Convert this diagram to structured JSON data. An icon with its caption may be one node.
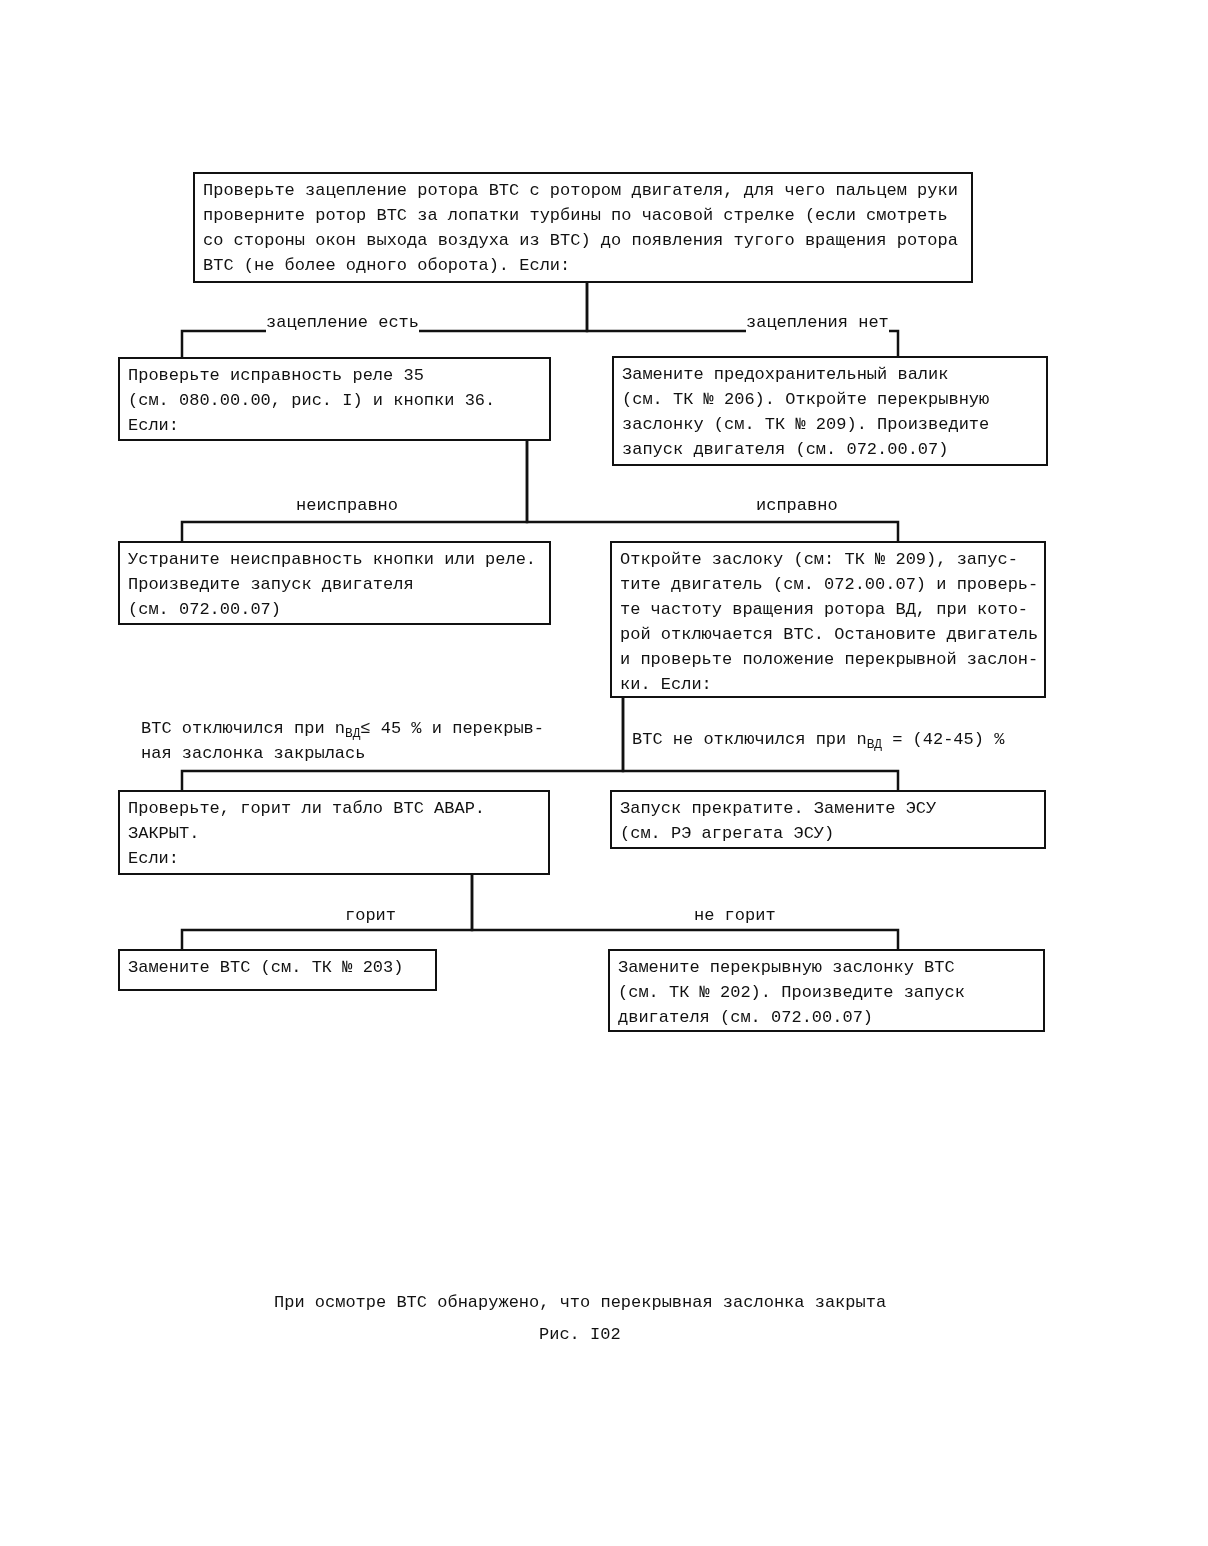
{
  "diagram": {
    "caption": "При осмотре ВТС обнаружено, что перекрывная заслонка закрыта",
    "nodes": [
      {
        "text": [
          "Проверьте зацепление ротора ВТС с ротором двигателя, для чего пальцем руки проверните ротор ВТС за лопатки турбины по часовой стрелке (если смотреть со стороны окон выхода воздуха из ВТС) до появления тугого вращения ротора ВТС (не более одного оборота). Если:"
        ]
      },
      {
        "text": [
          "Проверьте исправность реле 35 (см. 080.00.00, рис. I) и кнопки 36. Если:"
        ]
      },
      {
        "text": [
          "Замените предохранительный валик (см. ТК № 206). Откройте перекрывную заслонку (см. ТК № 209). Произведите запуск двигателя (см. 072.00.07)"
        ]
      },
      {
        "text": [
          "Устраните неисправность кнопки или реле. Произведите запуск двигателя (см. 072.00.07)"
        ]
      },
      {
        "text": [
          "Откройте заслоку (см: ТК № 209), запус- тите двигатель (см. 072.00.07) и проверь- те частоту вращения ротора ВД, при кото- рой отключается ВТС. Остановите двигатель и проверьте положение перекрывной заслон- ки. Если:"
        ]
      },
      {
        "text": [
          "Проверьте, горит ли табло ВТС АВАР. ЗАКРЫТ. Если:"
        ]
      },
      {
        "text": [
          "Запуск прекратите. Замените ЭСУ (см. РЭ агрегата ЭСУ)"
        ]
      },
      {
        "text": [
          "Замените ВТС (см. ТК № 203)"
        ]
      },
      {
        "text": [
          "Замените перекрывную заслонку ВТС (см. ТК № 202). Произведите запуск двигателя (см. 072.00.07)"
        ]
      }
    ],
    "edges": [
      {
        "from": 0,
        "to": 1,
        "arrow": "none",
        "label": "зацепление есть"
      },
      {
        "from": 0,
        "to": 2,
        "arrow": "none",
        "label": "зацепления нет"
      },
      {
        "from": 1,
        "to": 3,
        "arrow": "none",
        "label": "неисправно"
      },
      {
        "from": 1,
        "to": 4,
        "arrow": "none",
        "label": "исправно"
      },
      {
        "from": 4,
        "to": 5,
        "arrow": "none",
        "label": "ВТС отключился при n$_{ВД}$≤ 45 % и перекрыв- ная заслонка закрылась"
      },
      {
        "from": 4,
        "to": 6,
        "arrow": "none",
        "label": "ВТС не отключился при n$_{ВД}$ = (42-45) %"
      },
      {
        "from": 5,
        "to": 7,
        "arrow": "none",
        "label": "горит"
      },
      {
        "from": 5,
        "to": 8,
        "arrow": "none",
        "label": "не горит"
      }
    ],
    "labels": [
      "Рис. I02"
    ]
  }
}
